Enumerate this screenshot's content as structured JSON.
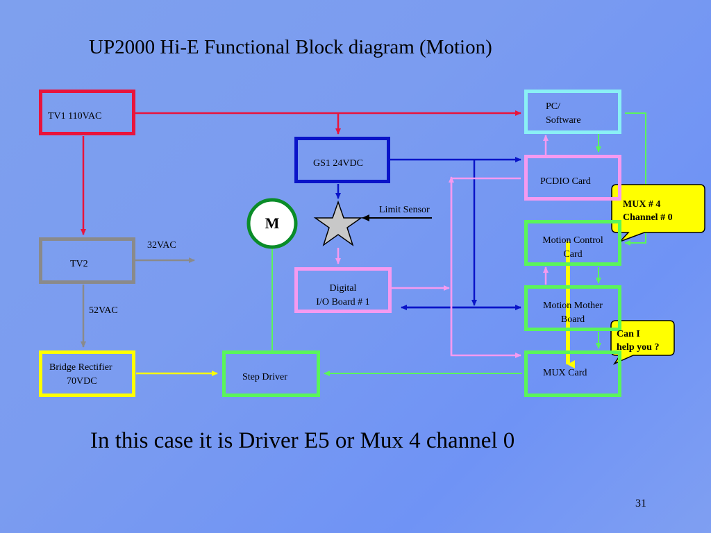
{
  "slide": {
    "title": "UP2000 Hi-E Functional Block diagram (Motion)",
    "caption": "In this case it is Driver E5 or Mux 4 channel 0",
    "page_number": "31"
  },
  "blocks": {
    "tv1": "TV1 110VAC",
    "tv2": "TV2",
    "bridge_line1": "Bridge Rectifier",
    "bridge_line2": "70VDC",
    "gs1": "GS1 24VDC",
    "digital_io_line1": "Digital",
    "digital_io_line2": "I/O Board # 1",
    "step_driver": "Step Driver",
    "pc_line1": "PC/",
    "pc_line2": "Software",
    "pcdio": "PCDIO Card",
    "motion_control_line1": "Motion Control",
    "motion_control_line2": "Card",
    "motion_mother_line1": "Motion Mother",
    "motion_mother_line2": "Board",
    "mux_card": "MUX Card"
  },
  "labels": {
    "vac32": "32VAC",
    "vac52": "52VAC",
    "limit_sensor": "Limit Sensor",
    "motor": "M"
  },
  "callouts": {
    "mux_line1": "MUX # 4",
    "mux_line2": "Channel #  0",
    "help_line1": "Can I",
    "help_line2": "help you ?"
  },
  "colors": {
    "red": "#e8143c",
    "gray": "#8a8a8a",
    "yellow": "#ffff00",
    "blue": "#0a14c8",
    "pink": "#f59af0",
    "cyan": "#8af0f5",
    "green": "#5af55a",
    "dark_green": "#0a8c28",
    "callout_fill": "#ffff00"
  }
}
